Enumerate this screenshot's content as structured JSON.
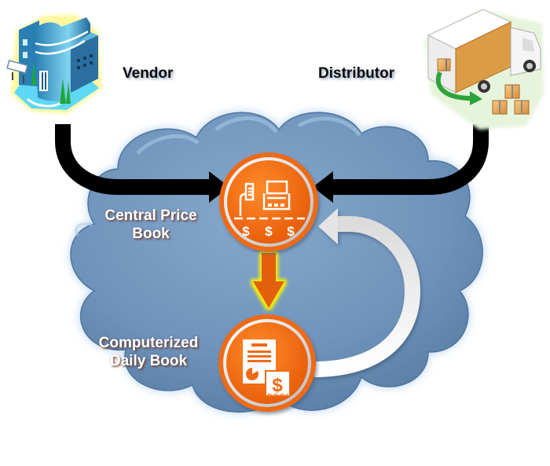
{
  "diagram": {
    "title": "Central Price Book flow",
    "nodes": {
      "vendor": {
        "label": "Vendor",
        "icon": "office-building-icon"
      },
      "distributor": {
        "label": "Distributor",
        "icon": "delivery-truck-icon"
      },
      "central_price_book": {
        "label_line1": "Central Price",
        "label_line2": "Book",
        "icon": "cash-register-price-icon"
      },
      "daily_book": {
        "label_line1": "Computerized",
        "label_line2": "Daily Book",
        "icon": "report-receipt-icon"
      }
    },
    "edges": [
      {
        "from": "vendor",
        "to": "central_price_book",
        "style": "black-curved-arrow"
      },
      {
        "from": "distributor",
        "to": "central_price_book",
        "style": "black-curved-arrow"
      },
      {
        "from": "central_price_book",
        "to": "daily_book",
        "style": "orange-glow-arrow"
      },
      {
        "from": "daily_book",
        "to": "central_price_book",
        "style": "white-curved-arrow"
      }
    ],
    "currency_symbols": [
      "$",
      "$",
      "$"
    ],
    "receipt_symbol": "$",
    "colors": {
      "cloud": "#7196bd",
      "cloud_edge": "#4f78a6",
      "node_fill": "#f46a10",
      "node_ring": "#e9e9e9",
      "flow_arrow": "#000000",
      "down_arrow": "#e35f10",
      "down_arrow_glow": "#f8f200",
      "return_arrow": "#ffffff",
      "vendor_glow": "#fff7a0",
      "distributor_glow": "#d8f0c8"
    }
  }
}
